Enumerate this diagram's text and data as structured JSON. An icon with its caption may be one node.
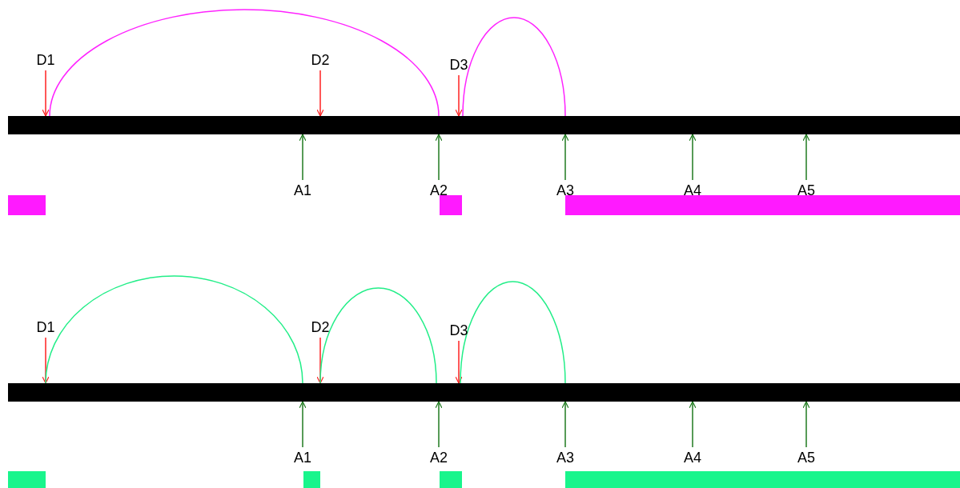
{
  "diagram": {
    "nodes": [
      {
        "text": [],
        "shape": "bar"
      },
      {
        "text": [
          "D1"
        ]
      },
      {
        "text": [
          "D2"
        ]
      },
      {
        "text": [
          "D3"
        ]
      },
      {
        "text": [
          "A1"
        ]
      },
      {
        "text": [
          "A2"
        ]
      },
      {
        "text": [
          "A3"
        ]
      },
      {
        "text": [
          "A4"
        ]
      },
      {
        "text": [
          "A5"
        ]
      },
      {
        "text": [],
        "shape": "bar"
      },
      {
        "text": [],
        "shape": "bar"
      },
      {
        "text": [],
        "shape": "bar"
      },
      {
        "text": [],
        "shape": "bar"
      },
      {
        "text": [
          "D1"
        ]
      },
      {
        "text": [
          "D2"
        ]
      },
      {
        "text": [
          "D3"
        ]
      },
      {
        "text": [
          "A1"
        ]
      },
      {
        "text": [
          "A2"
        ]
      },
      {
        "text": [
          "A3"
        ]
      },
      {
        "text": [
          "A4"
        ]
      },
      {
        "text": [
          "A5"
        ]
      },
      {
        "text": [],
        "shape": "bar"
      },
      {
        "text": [],
        "shape": "bar"
      },
      {
        "text": [],
        "shape": "bar"
      },
      {
        "text": [],
        "shape": "bar"
      }
    ],
    "edges": [
      {
        "from": 1,
        "to": 0,
        "arrow": "to",
        "color": "#ff2020"
      },
      {
        "from": 2,
        "to": 0,
        "arrow": "to",
        "color": "#ff2020"
      },
      {
        "from": 3,
        "to": 0,
        "arrow": "to",
        "color": "#ff2020"
      },
      {
        "from": 4,
        "to": 0,
        "arrow": "to"
      },
      {
        "from": 5,
        "to": 0,
        "arrow": "to"
      },
      {
        "from": 6,
        "to": 0,
        "arrow": "to"
      },
      {
        "from": 7,
        "to": 0,
        "arrow": "to"
      },
      {
        "from": 8,
        "to": 0,
        "arrow": "to"
      },
      {
        "from": 0,
        "to": 0,
        "arrow": "none",
        "color": "#ff22ff"
      },
      {
        "from": 0,
        "to": 0,
        "arrow": "none",
        "color": "#ff22ff"
      },
      {
        "from": 13,
        "to": 12,
        "arrow": "to",
        "color": "#ff2020"
      },
      {
        "from": 14,
        "to": 12,
        "arrow": "to",
        "color": "#ff2020"
      },
      {
        "from": 15,
        "to": 12,
        "arrow": "to",
        "color": "#ff2020"
      },
      {
        "from": 16,
        "to": 12,
        "arrow": "to"
      },
      {
        "from": 17,
        "to": 12,
        "arrow": "to"
      },
      {
        "from": 18,
        "to": 12,
        "arrow": "to"
      },
      {
        "from": 19,
        "to": 12,
        "arrow": "to"
      },
      {
        "from": 20,
        "to": 12,
        "arrow": "to"
      },
      {
        "from": 12,
        "to": 12,
        "arrow": "none",
        "color": "#22ee88"
      },
      {
        "from": 12,
        "to": 12,
        "arrow": "none",
        "color": "#22ee88"
      },
      {
        "from": 12,
        "to": 12,
        "arrow": "none",
        "color": "#22ee88"
      }
    ]
  }
}
